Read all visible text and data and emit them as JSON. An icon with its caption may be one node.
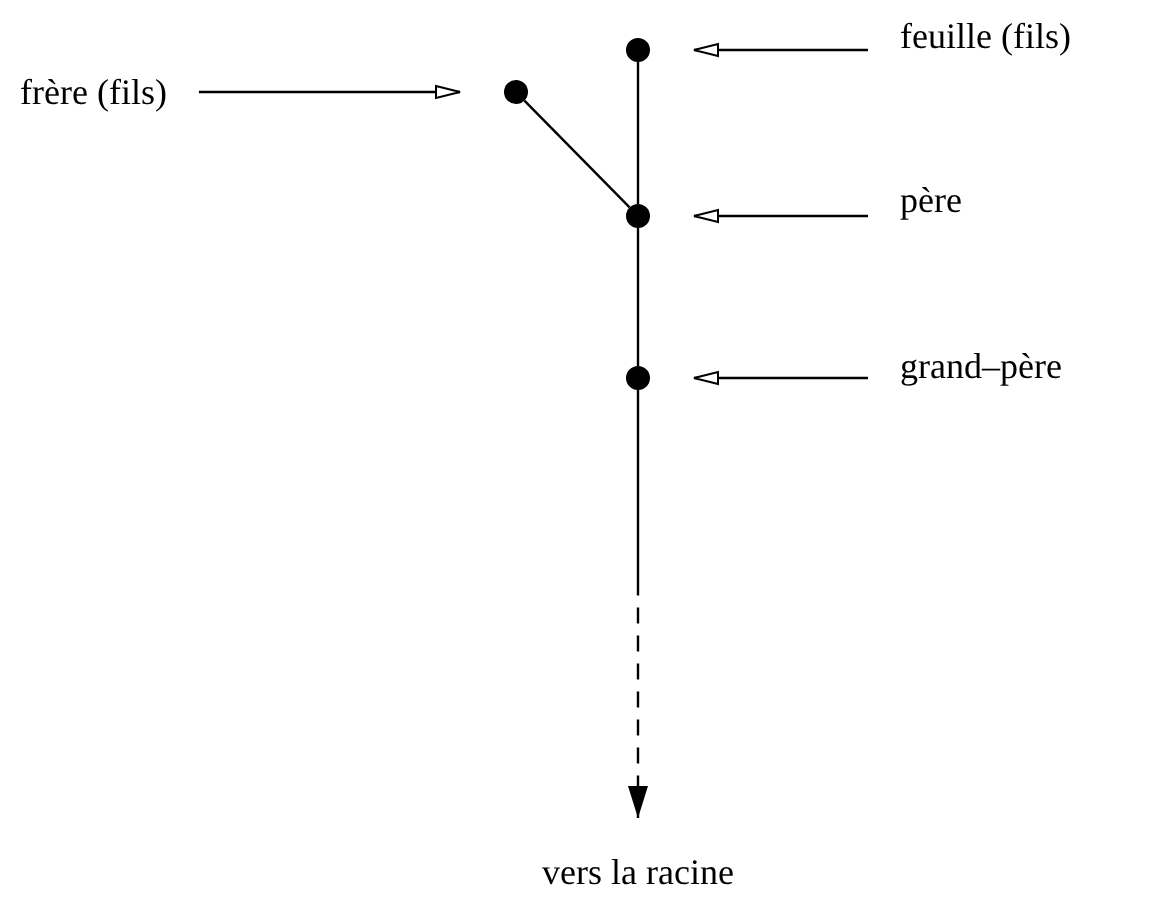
{
  "diagram": {
    "nodes": [
      {
        "text": [
          "frère (fils)"
        ]
      },
      {
        "text": [],
        "shape": "circle"
      },
      {
        "text": [
          "feuille (fils)"
        ]
      },
      {
        "text": [],
        "shape": "circle"
      },
      {
        "text": [
          "père"
        ]
      },
      {
        "text": [],
        "shape": "circle"
      },
      {
        "text": [
          "grand–père"
        ]
      },
      {
        "text": [],
        "shape": "circle"
      },
      {
        "text": [
          "vers la racine"
        ]
      }
    ],
    "edges": [
      {
        "from": 0,
        "to": 1,
        "arrow": "to"
      },
      {
        "from": 2,
        "to": 3,
        "arrow": "to"
      },
      {
        "from": 4,
        "to": 5,
        "arrow": "to"
      },
      {
        "from": 6,
        "to": 7,
        "arrow": "to"
      },
      {
        "from": 3,
        "to": 5,
        "arrow": "none"
      },
      {
        "from": 1,
        "to": 5,
        "arrow": "none"
      },
      {
        "from": 5,
        "to": 7,
        "arrow": "none"
      },
      {
        "from": 7,
        "to": 8,
        "arrow": "to",
        "style": "dashed"
      }
    ]
  }
}
